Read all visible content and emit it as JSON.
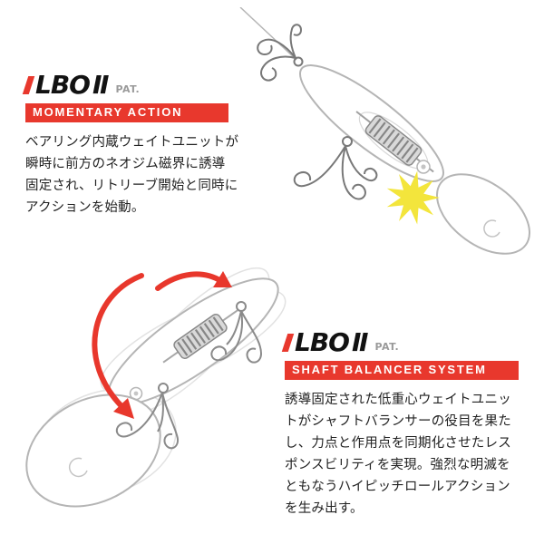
{
  "colors": {
    "banner_red": "#e8382d",
    "logo_accent_red": "#e8382d",
    "arrow_red": "#e8372c",
    "flash_yellow": "#f3e53c",
    "outline_grey": "#b5b5b5",
    "text_dark": "#222222",
    "pat_grey": "#9a9a9a"
  },
  "sections": {
    "momentary": {
      "logo_main": "LBO",
      "logo_numeral": "Ⅱ",
      "pat": "PAT.",
      "banner": "MOMENTARY ACTION",
      "body": "ベアリング内蔵ウェイトユニットが\n瞬時に前方のネオジム磁界に誘導\n固定され、リトリーブ開始と同時に\nアクションを始動。"
    },
    "shaft": {
      "logo_main": "LBO",
      "logo_numeral": "Ⅱ",
      "pat": "PAT.",
      "banner": "SHAFT BALANCER SYSTEM",
      "body": "誘導固定された低重心ウェイトユニッ\nトがシャフトバランサーの役目を果た\nし、力点と作用点を同期化させたレス\nポンスビリティを実現。強烈な明滅を\nともなうハイピッチロールアクション\nを生み出す。"
    }
  },
  "illustrations": {
    "top": {
      "alt": "diving crankbait with weight unit fixed forward, yellow magnetic flash"
    },
    "bottom": {
      "alt": "crankbait front view with red arrows showing high-pitch roll action"
    }
  }
}
